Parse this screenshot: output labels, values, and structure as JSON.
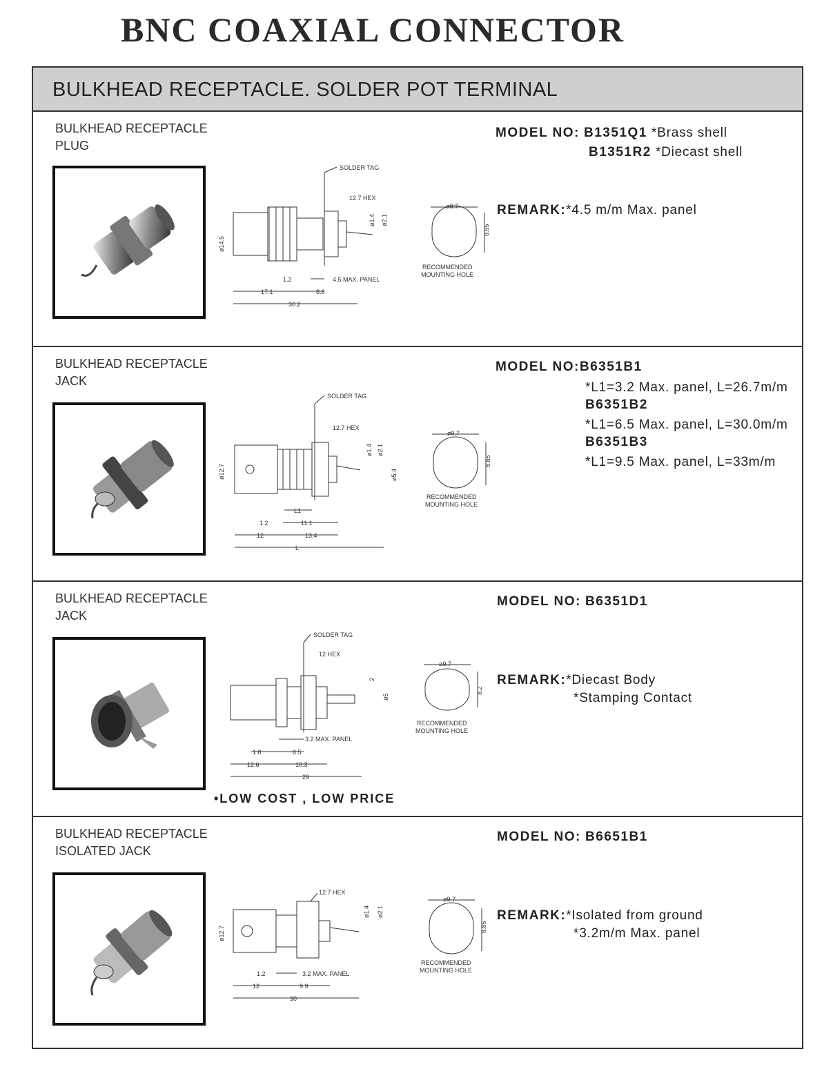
{
  "title": "BNC COAXIAL CONNECTOR",
  "banner": "BULKHEAD RECEPTACLE. SOLDER POT TERMINAL",
  "sections": [
    {
      "title1": "BULKHEAD RECEPTACLE",
      "title2": "PLUG",
      "model_label": "MODEL NO:",
      "models": [
        {
          "code": "B1351Q1",
          "note": "*Brass  shell"
        },
        {
          "code": "B1351R2",
          "note": "*Diecast  shell"
        }
      ],
      "remark_label": "REMARK:",
      "remarks": [
        "*4.5 m/m Max. panel"
      ],
      "dims": {
        "tag": "SOLDER TAG",
        "hex": "12.7 HEX",
        "d1": "ø1.4",
        "d2": "ø2.1",
        "body": "ø14.5",
        "a": "1.2",
        "panel": "4.5 MAX. PANEL",
        "b": "17.1",
        "c": "8.8",
        "total": "30.2"
      },
      "hole": {
        "w": "ø9.7",
        "h": "8.85",
        "cap1": "RECOMMENDED",
        "cap2": "MOUNTING HOLE"
      }
    },
    {
      "title1": "BULKHEAD RECEPTACLE",
      "title2": "JACK",
      "model_label": "MODEL NO:",
      "variants": [
        {
          "code": "B6351B1",
          "spec": "*L1=3.2  Max. panel, L=26.7m/m"
        },
        {
          "code": "B6351B2",
          "spec": "*L1=6.5  Max. panel, L=30.0m/m"
        },
        {
          "code": "B6351B3",
          "spec": "*L1=9.5  Max. panel, L=33m/m"
        }
      ],
      "dims": {
        "tag": "SOLDER TAG",
        "hex": "12.7 HEX",
        "d1": "ø1.4",
        "d2": "ø2.1",
        "d3": "ø5.4",
        "body": "ø12.7",
        "l1": "L1",
        "a": "1.2",
        "b": "11.1",
        "c": "12",
        "d": "13.4",
        "total": "L"
      },
      "hole": {
        "w": "ø9.7",
        "h": "8.85",
        "cap1": "RECOMMENDED",
        "cap2": "MOUNTING HOLE"
      }
    },
    {
      "title1": "BULKHEAD RECEPTACLE",
      "title2": "JACK",
      "model_label": "MODEL NO:",
      "model_code": "B6351D1",
      "remark_label": "REMARK:",
      "remarks": [
        "*Diecast  Body",
        "*Stamping  Contact"
      ],
      "note": "•LOW  COST  ,  LOW  PRICE",
      "dims": {
        "tag": "SOLDER TAG",
        "hex": "12 HEX",
        "d1": "2",
        "d2": "ø5",
        "panel": "3.2  MAX. PANEL",
        "a": "1.8",
        "b": "8.5",
        "c": "12.6",
        "d": "10.3",
        "total": "29"
      },
      "hole": {
        "w": "ø9.7",
        "h": "8.2",
        "cap1": "RECOMMENDED",
        "cap2": "MOUNTING HOLE"
      }
    },
    {
      "title1": "BULKHEAD RECEPTACLE",
      "title2": "ISOLATED JACK",
      "model_label": "MODEL NO:",
      "model_code": "B6651B1",
      "remark_label": "REMARK:",
      "remarks": [
        "*Isolated  from  ground",
        "*3.2m/m  Max.  panel"
      ],
      "dims": {
        "hex": "12.7 HEX",
        "d1": "ø1.4",
        "d2": "ø2.1",
        "body": "ø12.7",
        "a": "1.2",
        "panel": "3.2  MAX. PANEL",
        "b": "12",
        "c": "9.9",
        "total": "30"
      },
      "hole": {
        "w": "ø9.7",
        "h": "8.85",
        "cap1": "RECOMMENDED",
        "cap2": "MOUNTING HOLE"
      }
    }
  ]
}
